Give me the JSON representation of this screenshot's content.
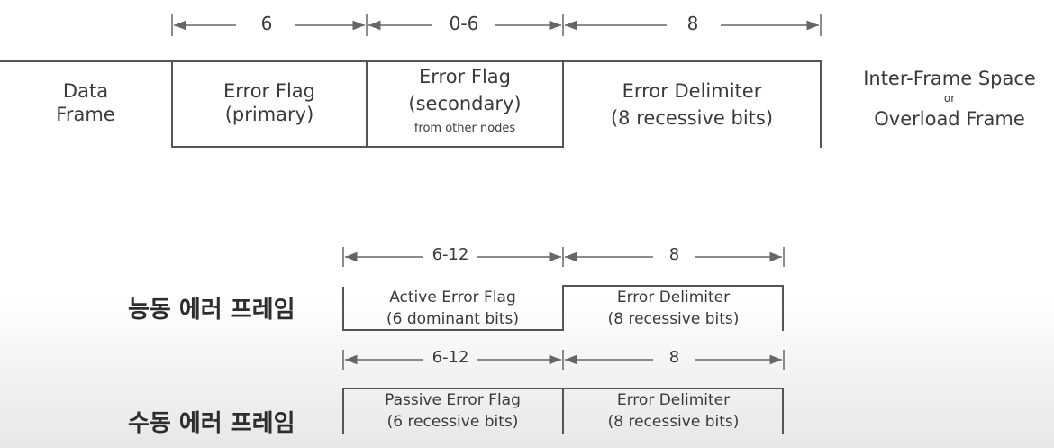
{
  "top": {
    "dims": {
      "d1": "6",
      "d2": "0-6",
      "d3": "8"
    },
    "data_frame": {
      "line1": "Data",
      "line2": "Frame"
    },
    "error_flag_primary": {
      "line1": "Error Flag",
      "line2": "(primary)"
    },
    "error_flag_secondary": {
      "line1": "Error Flag",
      "line2": "(secondary)",
      "line3": "from other nodes"
    },
    "error_delimiter": {
      "line1": "Error Delimiter",
      "line2": "(8 recessive bits)"
    },
    "ifs": {
      "line1": "Inter-Frame Space",
      "line2": "or",
      "line3": "Overload Frame"
    }
  },
  "active": {
    "title": "능동 에러 프레임",
    "dims": {
      "d1": "6-12",
      "d2": "8"
    },
    "flag": {
      "line1": "Active Error Flag",
      "line2": "(6 dominant bits)"
    },
    "delim": {
      "line1": "Error Delimiter",
      "line2": "(8 recessive bits)"
    }
  },
  "passive": {
    "title": "수동 에러 프레임",
    "dims": {
      "d1": "6-12",
      "d2": "8"
    },
    "flag": {
      "line1": "Passive Error Flag",
      "line2": "(6 recessive bits)"
    },
    "delim": {
      "line1": "Error Delimiter",
      "line2": "(8 recessive bits)"
    }
  }
}
